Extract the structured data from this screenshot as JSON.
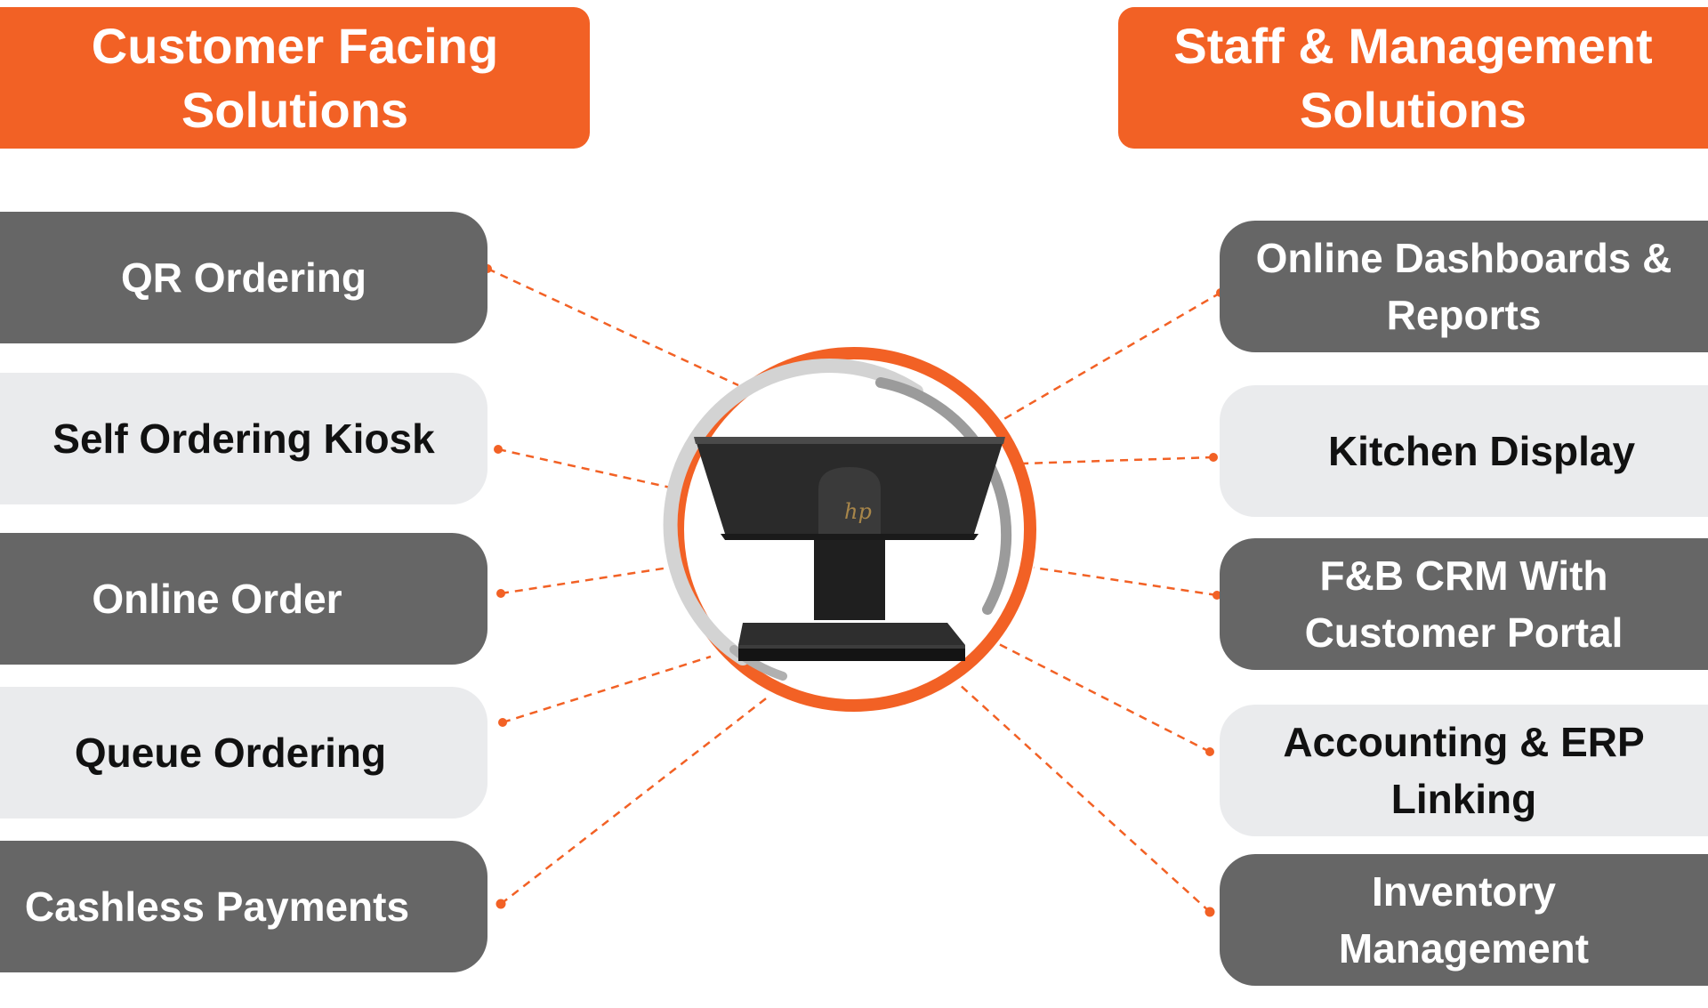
{
  "left_panel": {
    "title_line1": "Customer Facing",
    "title_line2": "Solutions",
    "items": [
      {
        "label": "QR Ordering"
      },
      {
        "label": "Self Ordering Kiosk"
      },
      {
        "label": "Online Order"
      },
      {
        "label": "Queue Ordering"
      },
      {
        "label": "Cashless Payments"
      }
    ]
  },
  "right_panel": {
    "title_line1": "Staff & Management",
    "title_line2": "Solutions",
    "items": [
      {
        "line1": "Online Dashboards &",
        "line2": "Reports"
      },
      {
        "line1": "Kitchen Display",
        "line2": ""
      },
      {
        "line1": "F&B CRM With",
        "line2": "Customer Portal"
      },
      {
        "line1": "Accounting & ERP",
        "line2": "Linking"
      },
      {
        "line1": "Inventory",
        "line2": "Management"
      }
    ]
  },
  "center_device": {
    "icon": "pos-terminal-icon",
    "brand_mark": "hp"
  },
  "colors": {
    "accent": "#F26125",
    "dark_box": "#666666",
    "light_box": "#EAEBED",
    "connector": "#F26125"
  }
}
